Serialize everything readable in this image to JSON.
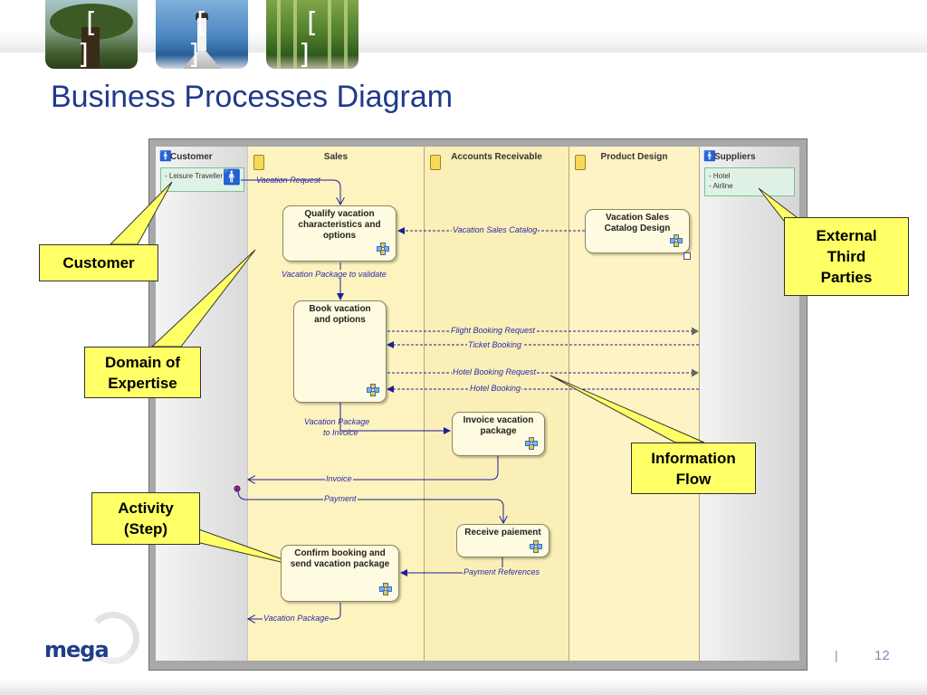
{
  "slide": {
    "title": "Business Processes Diagram",
    "page_number": "12",
    "separator": "|",
    "logo_text": "mega"
  },
  "header_photos": [
    "tree",
    "lighthouse",
    "bamboo-forest"
  ],
  "lanes": {
    "customer": "Customer",
    "sales": "Sales",
    "accounts_receivable": "Accounts Receivable",
    "product_design": "Product Design",
    "suppliers": "Suppliers"
  },
  "parties": {
    "customer_item": "- Leisure Traveller",
    "suppliers_items": [
      "- Hotel",
      "- Airline"
    ]
  },
  "activities": {
    "qualify": "Qualify vacation characteristics and options",
    "book": "Book vacation and options",
    "catalog": "Vacation Sales Catalog Design",
    "invoice": "Invoice vacation package",
    "receive": "Receive paiement",
    "confirm": "Confirm booking and send vacation package"
  },
  "flows": {
    "vacation_request": "Vacation Request",
    "vacation_sales_catalog": "Vacation Sales Catalog",
    "package_to_validate": "Vacation Package to validate",
    "flight_booking_request": "Flight Booking Request",
    "ticket_booking": "Ticket Booking",
    "hotel_booking_request": "Hotel Booking Request",
    "hotel_booking": "Hotel Booking",
    "package_to_invoice_1": "Vacation Package",
    "package_to_invoice_2": "to Invoice",
    "invoice": "Invoice",
    "payment": "Payment",
    "payment_references": "Payment References",
    "vacation_package": "Vacation Package"
  },
  "callouts": {
    "customer": "Customer",
    "domain": [
      "Domain of",
      "Expertise"
    ],
    "activity": [
      "Activity",
      "(Step)"
    ],
    "information": [
      "Information",
      "Flow"
    ],
    "external": [
      "External",
      "Third",
      "Parties"
    ]
  },
  "colors": {
    "title": "#1f3a8c",
    "callout_fill": "#ffff66",
    "lane_fill": "#fdf3bf",
    "flow_line": "#2a2aa8"
  }
}
